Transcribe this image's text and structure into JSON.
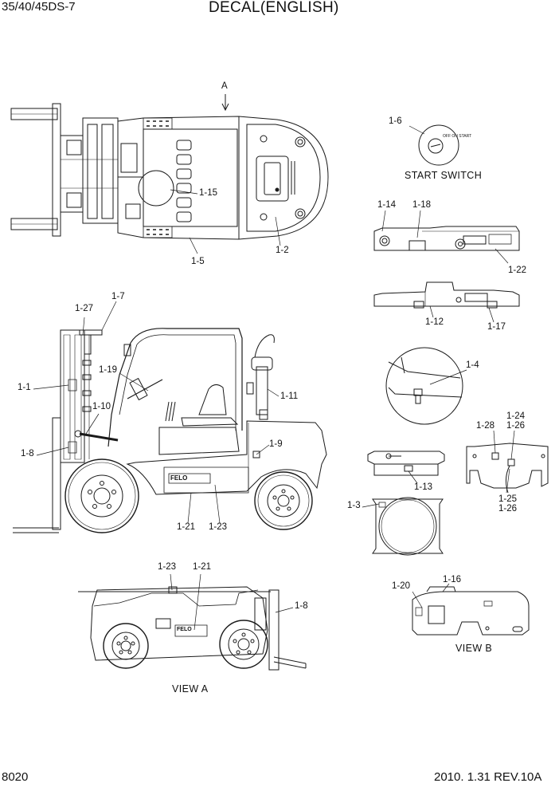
{
  "header": {
    "model": "35/40/45DS-7",
    "title": "DECAL(ENGLISH)"
  },
  "footer": {
    "page_number": "8020",
    "revision": "2010. 1.31  REV.10A"
  },
  "captions": {
    "start_switch": "START SWITCH",
    "view_a": "VIEW   A",
    "view_b": "VIEW   B",
    "view_arrow": "A"
  },
  "callouts": {
    "c1_1": "1-1",
    "c1_2": "1-2",
    "c1_3": "1-3",
    "c1_4": "1-4",
    "c1_5": "1-5",
    "c1_6": "1-6",
    "c1_7": "1-7",
    "c1_8": "1-8",
    "c1_8b": "1-8",
    "c1_9": "1-9",
    "c1_10": "1-10",
    "c1_11": "1-11",
    "c1_12": "1-12",
    "c1_13": "1-13",
    "c1_14": "1-14",
    "c1_15": "1-15",
    "c1_16": "1-16",
    "c1_17": "1-17",
    "c1_18": "1-18",
    "c1_19": "1-19",
    "c1_20": "1-20",
    "c1_21": "1-21",
    "c1_21b": "1-21",
    "c1_22": "1-22",
    "c1_23": "1-23",
    "c1_23b": "1-23",
    "c1_24": "1-24",
    "c1_25": "1-25",
    "c1_26": "1-26",
    "c1_26b": "1-26",
    "c1_27": "1-27",
    "c1_28": "1-28"
  },
  "decal_texts": {
    "logo": "FELO",
    "switch_marks": "OFF ON START"
  }
}
